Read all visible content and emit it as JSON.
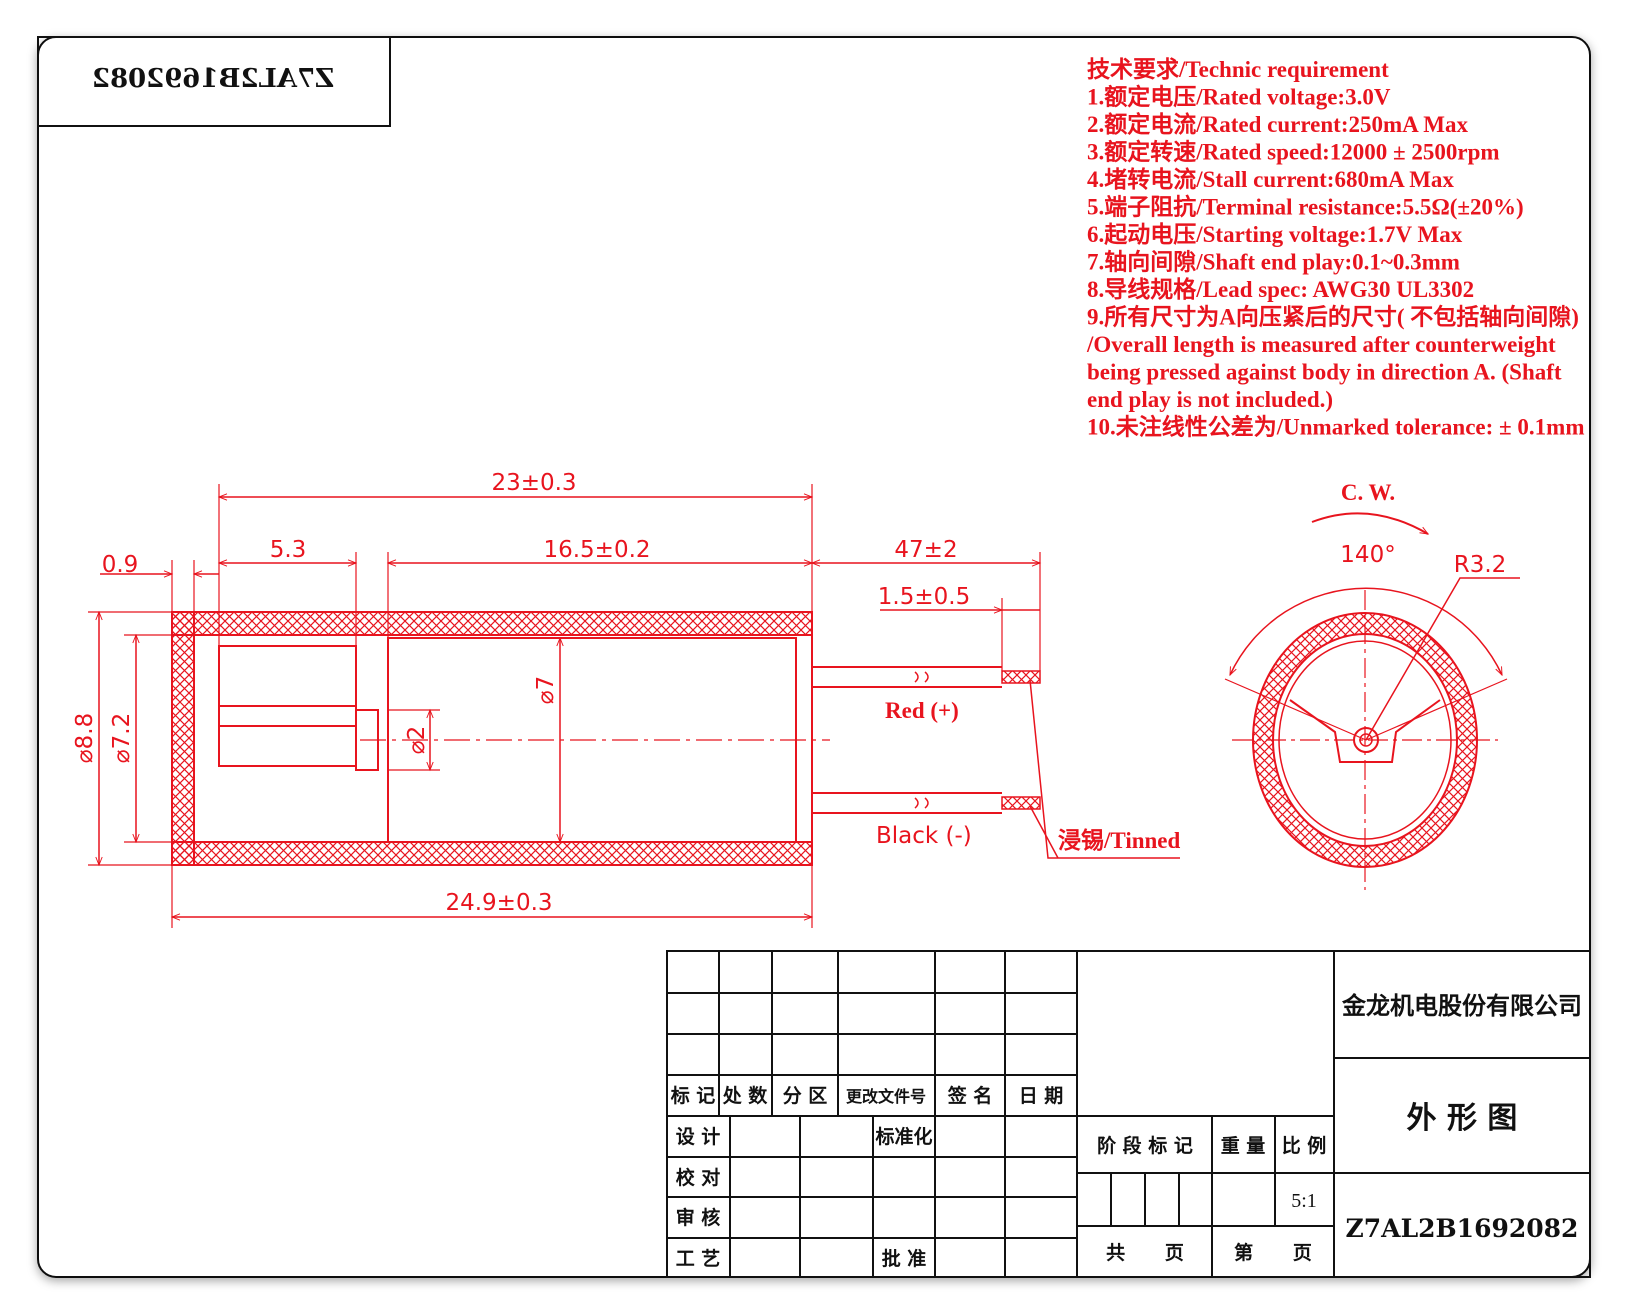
{
  "drawing": {
    "code_mirrored": "Z7AL2B1692082",
    "requirements": [
      "技术要求/Technic requirement",
      "1.额定电压/Rated voltage:3.0V",
      "2.额定电流/Rated current:250mA Max",
      "3.额定转速/Rated speed:12000 ± 2500rpm",
      "4.堵转电流/Stall current:680mA Max",
      "5.端子阻抗/Terminal resistance:5.5Ω(±20%)",
      "6.起动电压/Starting voltage:1.7V  Max",
      "7.轴向间隙/Shaft end play:0.1~0.3mm",
      "8.导线规格/Lead spec:   AWG30 UL3302",
      "9.所有尺寸为A向压紧后的尺寸( 不包括轴向间隙)",
      "/Overall length is measured after counterweight",
      "being pressed against body in direction A. (Shaft",
      "end play is not included.)",
      "10.未注线性公差为/Unmarked tolerance: ± 0.1mm"
    ],
    "dimensions": {
      "d_23": "23±0.3",
      "d_09": "0.9",
      "d_53": "5.3",
      "d_165": "16.5±0.2",
      "d_47": "47±2",
      "d_15": "1.5±0.5",
      "d_88": "⌀8.8",
      "d_72": "⌀7.2",
      "d_7": "⌀7",
      "d_2": "⌀2",
      "d_249": "24.9±0.3"
    },
    "leads": {
      "red": "Red (+)",
      "black": "Black (-)",
      "tinned": "浸锡/Tinned"
    },
    "end_view": {
      "rotation": "C. W.",
      "angle": "140°",
      "radius": "R3.2"
    }
  },
  "title_block": {
    "company": "金龙机电股份有限公司",
    "drawing_name": "外 形 图",
    "drawing_number": "Z7AL2B1692082",
    "scale_value": "5:1",
    "rev_headers": [
      "标 记",
      "处 数",
      "分 区",
      "更改文件号",
      "签 名",
      "日 期"
    ],
    "labels": {
      "design": "设 计",
      "check": "校 对",
      "review": "审 核",
      "process": "工 艺",
      "standard": "标准化",
      "approve": "批 准",
      "stage": "阶 段 标 记",
      "weight": "重 量",
      "scale": "比 例",
      "total": "共      页",
      "page": "第      页"
    }
  }
}
